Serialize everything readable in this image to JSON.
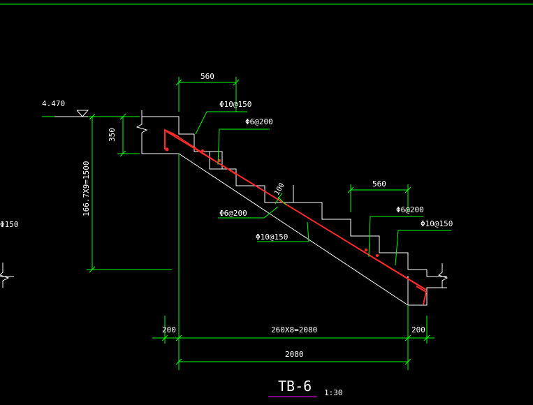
{
  "colors": {
    "background": "#000000",
    "dimension": "#00ff00",
    "outline": "#ffffff",
    "rebar": "#ff2a2a",
    "title_underline": "#ff00ff",
    "text": "#ffffff"
  },
  "drawing": {
    "title": "TB-6",
    "scale": "1:30",
    "level_mark": "4.470",
    "dim_top_left": "560",
    "dim_right_upper": "560",
    "dim_350": "350",
    "dim_vertical": "166.7X9=1500",
    "dim_slab_thickness": "100",
    "dim_bottom_left": "200",
    "dim_bottom_middle": "260X8=2080",
    "dim_bottom_right": "200",
    "dim_total": "2080",
    "rebar_top_main": "Φ10@150",
    "rebar_top_dist": "Φ6@200",
    "rebar_mid_dist": "Φ6@200",
    "rebar_mid_main": "Φ10@150",
    "rebar_right_dist": "Φ6@200",
    "rebar_right_main": "Φ10@150",
    "edge_left_label": "Φ150"
  }
}
